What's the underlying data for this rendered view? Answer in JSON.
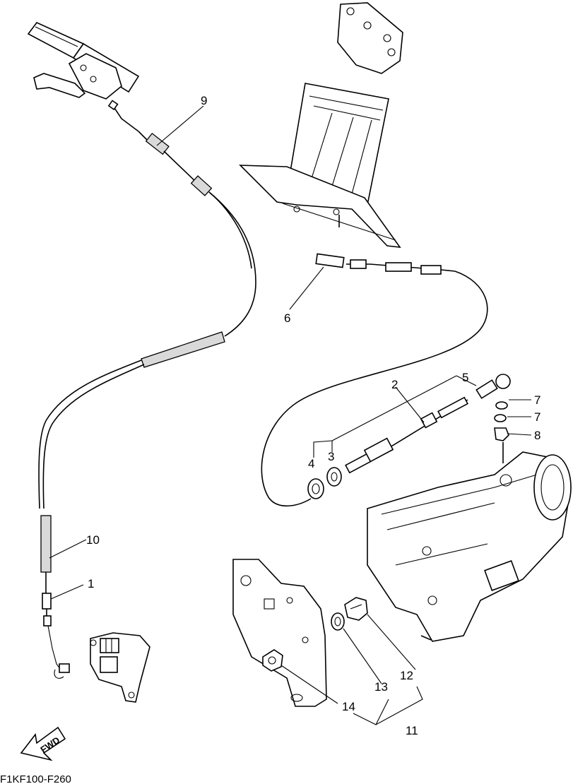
{
  "callouts": {
    "c1": "1",
    "c2": "2",
    "c3": "3",
    "c4": "4",
    "c5": "5",
    "c6": "6",
    "c7a": "7",
    "c7b": "7",
    "c8": "8",
    "c9": "9",
    "c10": "10",
    "c11": "11",
    "c12": "12",
    "c13": "13",
    "c14": "14"
  },
  "fwd_label": "FWD",
  "drawing_code": "F1KF100-F260"
}
